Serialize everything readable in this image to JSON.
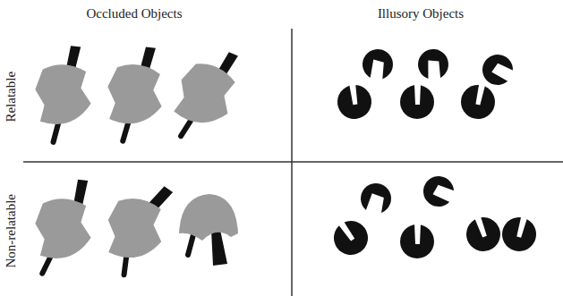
{
  "diagram": {
    "labels": [
      "Occluded Objects",
      "Illusory Objects",
      "Relatable",
      "Non-relatable"
    ]
  }
}
